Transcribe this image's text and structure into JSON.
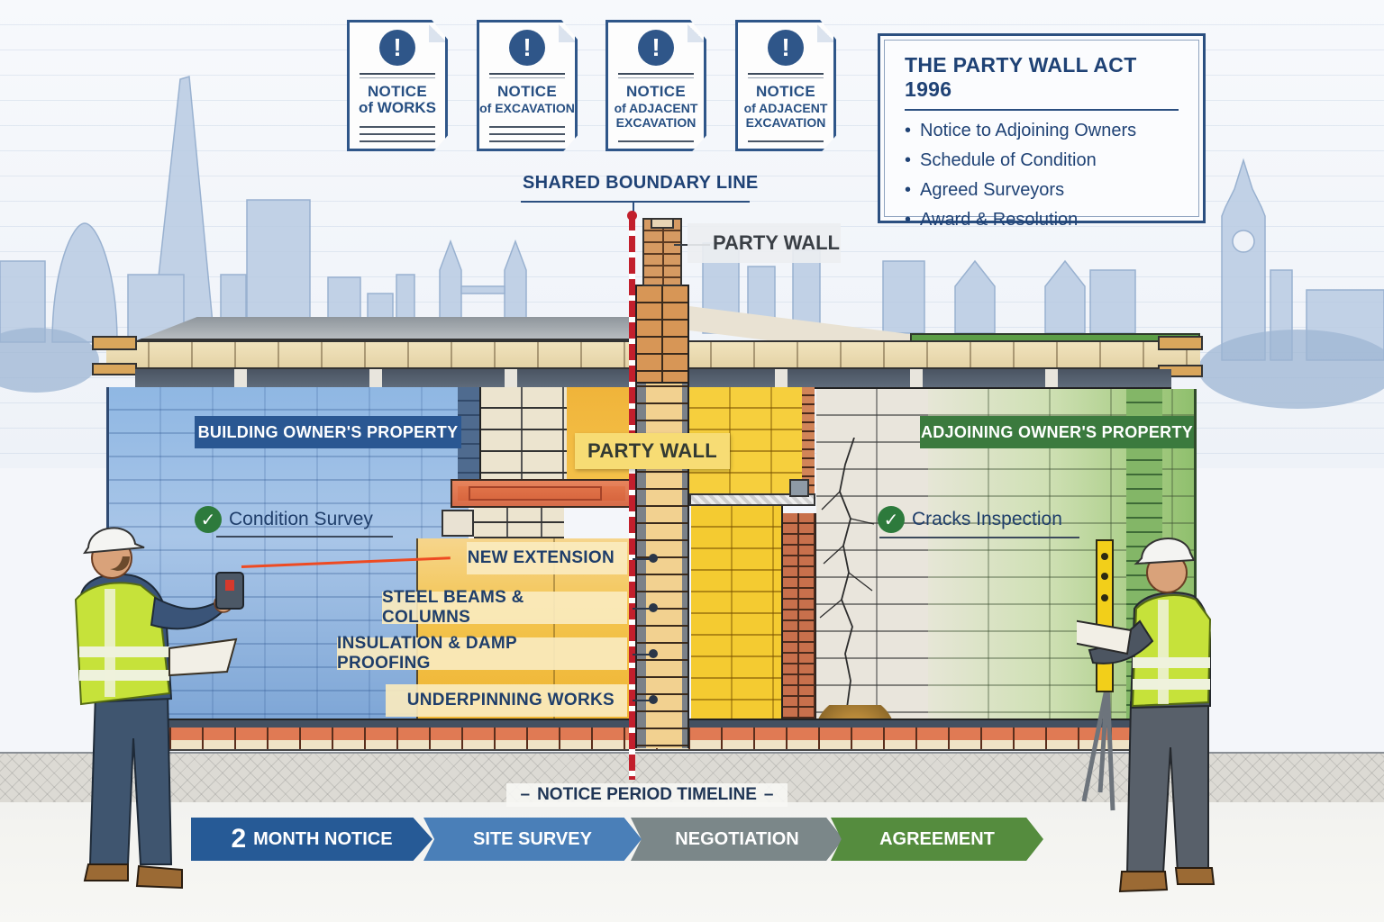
{
  "notices": [
    {
      "title": "NOTICE",
      "subtitle_lines": [
        "of WORKS"
      ],
      "icon": "exclamation-icon"
    },
    {
      "title": "NOTICE",
      "subtitle_lines": [
        "of EXCAVATION"
      ],
      "icon": "exclamation-icon"
    },
    {
      "title": "NOTICE",
      "subtitle_lines": [
        "of ADJACENT",
        "EXCAVATION"
      ],
      "icon": "exclamation-icon"
    },
    {
      "title": "NOTICE",
      "subtitle_lines": [
        "of ADJACENT",
        "EXCAVATION"
      ],
      "icon": "exclamation-icon"
    }
  ],
  "act_box": {
    "title": "THE PARTY WALL ACT 1996",
    "items": [
      "Notice to Adjoining Owners",
      "Schedule of Condition",
      "Agreed Surveyors",
      "Award & Resolution"
    ]
  },
  "boundary": {
    "label": "SHARED BOUNDARY LINE",
    "party_wall_top_label": "PARTY WALL"
  },
  "building": {
    "building_owner_label": "BUILDING OWNER'S PROPERTY",
    "adjoining_owner_label": "ADJOINING OWNER'S PROPERTY",
    "party_wall_label": "PARTY WALL",
    "condition_survey": "Condition Survey",
    "cracks_inspection": "Cracks Inspection",
    "works": [
      "NEW EXTENSION",
      "STEEL BEAMS & COLUMNS",
      "INSULATION & DAMP PROOFING",
      "UNDERPINNING WORKS"
    ]
  },
  "timeline": {
    "title": "NOTICE PERIOD TIMELINE",
    "steps": [
      {
        "number": "2",
        "label": "MONTH NOTICE",
        "color": "#265a96"
      },
      {
        "label": "SITE SURVEY",
        "color": "#4a7fb8"
      },
      {
        "label": "NEGOTIATION",
        "color": "#7b8789"
      },
      {
        "label": "AGREEMENT",
        "color": "#558c3e"
      }
    ]
  },
  "colors": {
    "navy": "#1f4275",
    "boundary_red": "#c21f2c",
    "building_owner_blue": "#2a5792",
    "adjoining_owner_green": "#3b7a3e",
    "party_wall_yellow": "#f7dc74",
    "hi_vis": "#c6e23a"
  },
  "icons": {
    "check": "✓",
    "exclamation": "!"
  }
}
